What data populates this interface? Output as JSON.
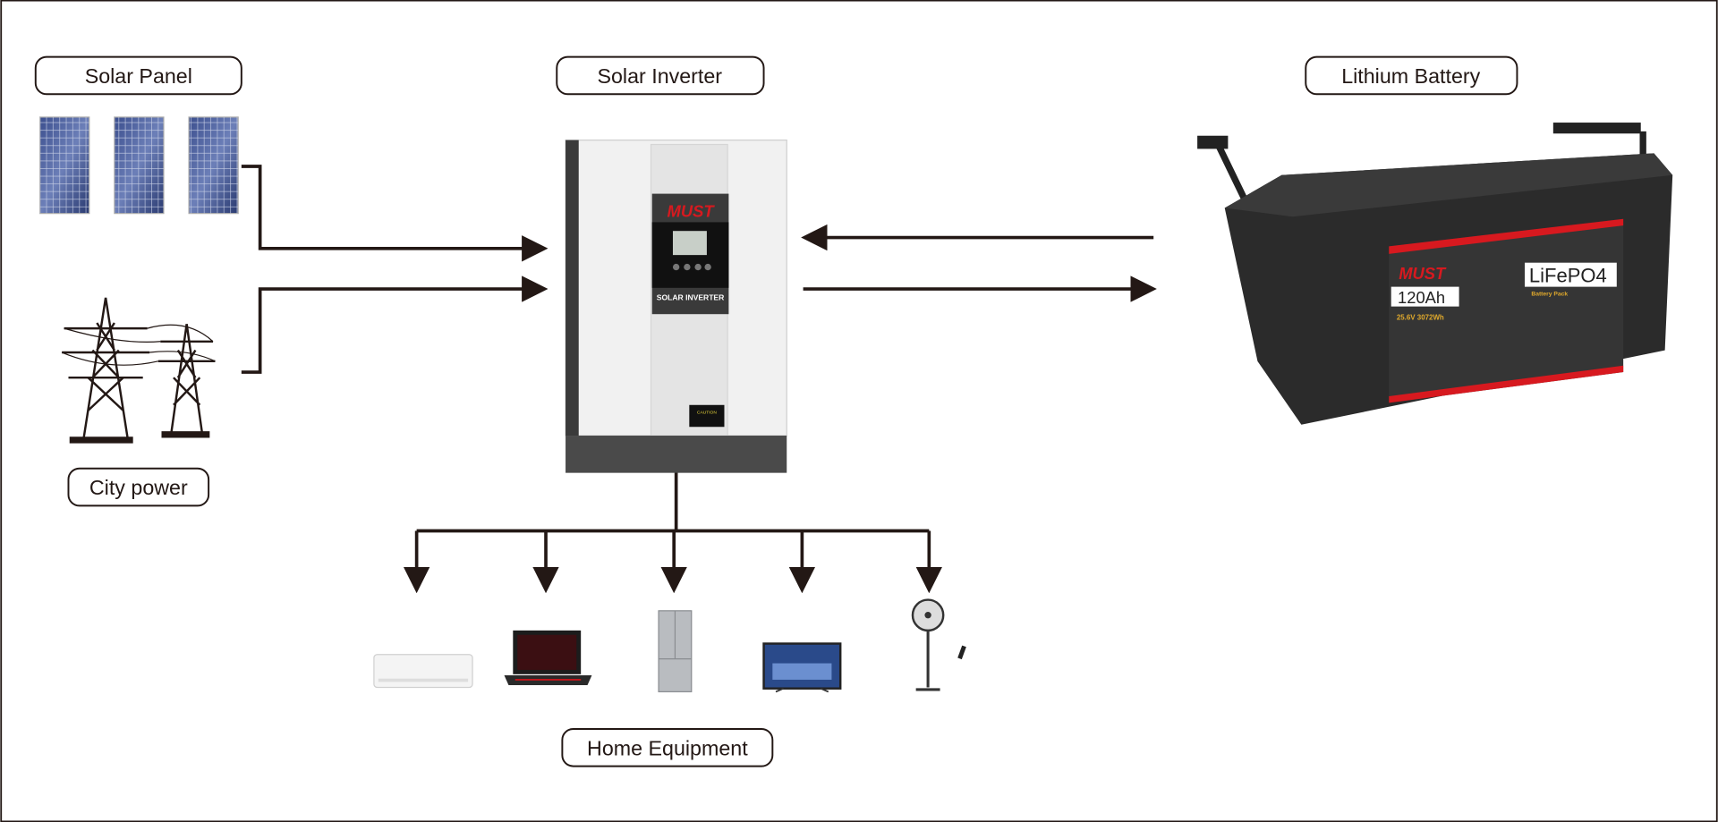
{
  "labels": {
    "solar_panel": "Solar Panel",
    "solar_inverter": "Solar Inverter",
    "lithium_battery": "Lithium Battery",
    "city_power": "City power",
    "home_equipment": "Home Equipment"
  },
  "inverter": {
    "brand": "MUST",
    "model_text": "SOLAR INVERTER",
    "caution": "CAUTION"
  },
  "battery": {
    "brand": "MUST",
    "chemistry": "LiFePO4",
    "pack": "Battery Pack",
    "capacity": "120Ah",
    "spec": "25.6V  3072Wh"
  },
  "colors": {
    "line": "#231815",
    "brand_red": "#d7191f",
    "battery_body": "#2b2b2b",
    "panel_blue": "#2e3f78"
  },
  "equipment": [
    "air-conditioner",
    "laptop",
    "refrigerator",
    "television",
    "fan"
  ]
}
